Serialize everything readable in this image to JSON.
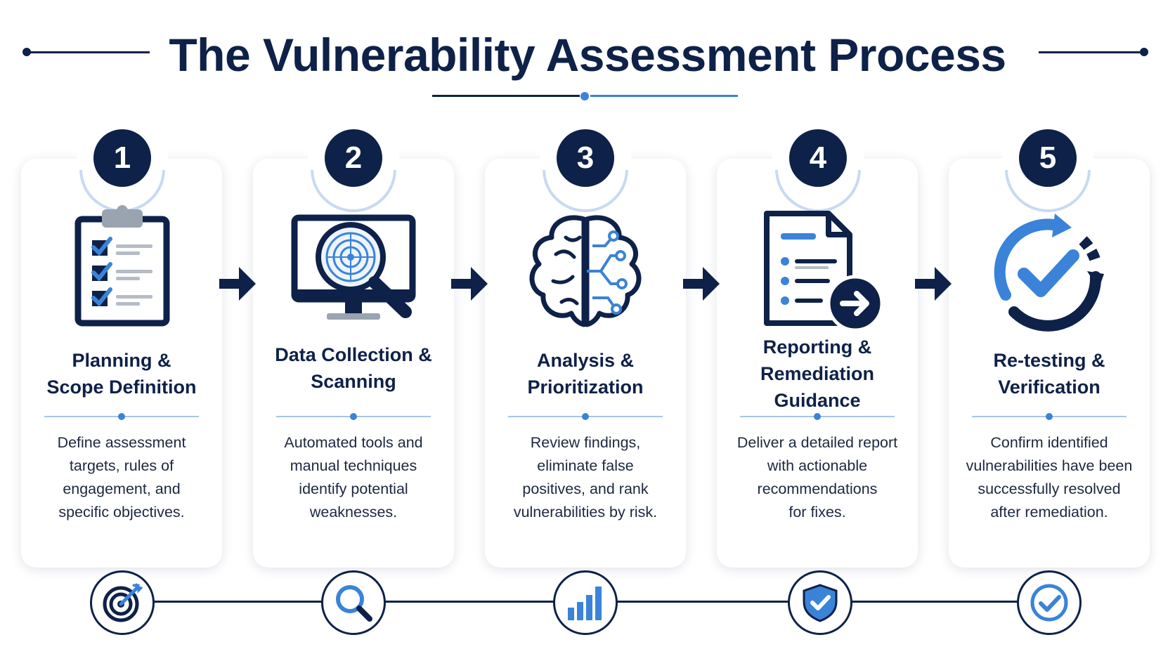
{
  "title": "The Vulnerability Assessment Process",
  "colors": {
    "navy": "#0e2148",
    "blue": "#3a83d8",
    "light_blue": "#a7c5ea"
  },
  "steps": [
    {
      "number": "1",
      "title_line1": "Planning &",
      "title_line2": "Scope Definition",
      "desc_lines": [
        "Define assessment",
        "targets, rules of",
        "engagement, and",
        "specific objectives."
      ],
      "main_icon": "clipboard-checklist-icon",
      "bottom_icon": "target-icon"
    },
    {
      "number": "2",
      "title_line1": "Data Collection &",
      "title_line2": "Scanning",
      "desc_lines": [
        "Automated tools and",
        "manual techniques",
        "identify potential",
        "weaknesses."
      ],
      "main_icon": "monitor-magnifier-icon",
      "bottom_icon": "search-icon"
    },
    {
      "number": "3",
      "title_line1": "Analysis &",
      "title_line2": "Prioritization",
      "desc_lines": [
        "Review findings,",
        "eliminate false",
        "positives, and rank",
        "vulnerabilities by risk."
      ],
      "main_icon": "brain-circuit-icon",
      "bottom_icon": "bar-chart-icon"
    },
    {
      "number": "4",
      "title_line1": "Reporting &",
      "title_line2": "Remediation Guidance",
      "desc_lines": [
        "Deliver a detailed report",
        "with actionable",
        "recommendations",
        "for fixes."
      ],
      "main_icon": "report-document-icon",
      "bottom_icon": "shield-check-icon"
    },
    {
      "number": "5",
      "title_line1": "Re-testing &",
      "title_line2": "Verification",
      "desc_lines": [
        "Confirm identified",
        "vulnerabilities have been",
        "successfully resolved",
        "after remediation."
      ],
      "main_icon": "refresh-check-icon",
      "bottom_icon": "check-circle-icon"
    }
  ]
}
